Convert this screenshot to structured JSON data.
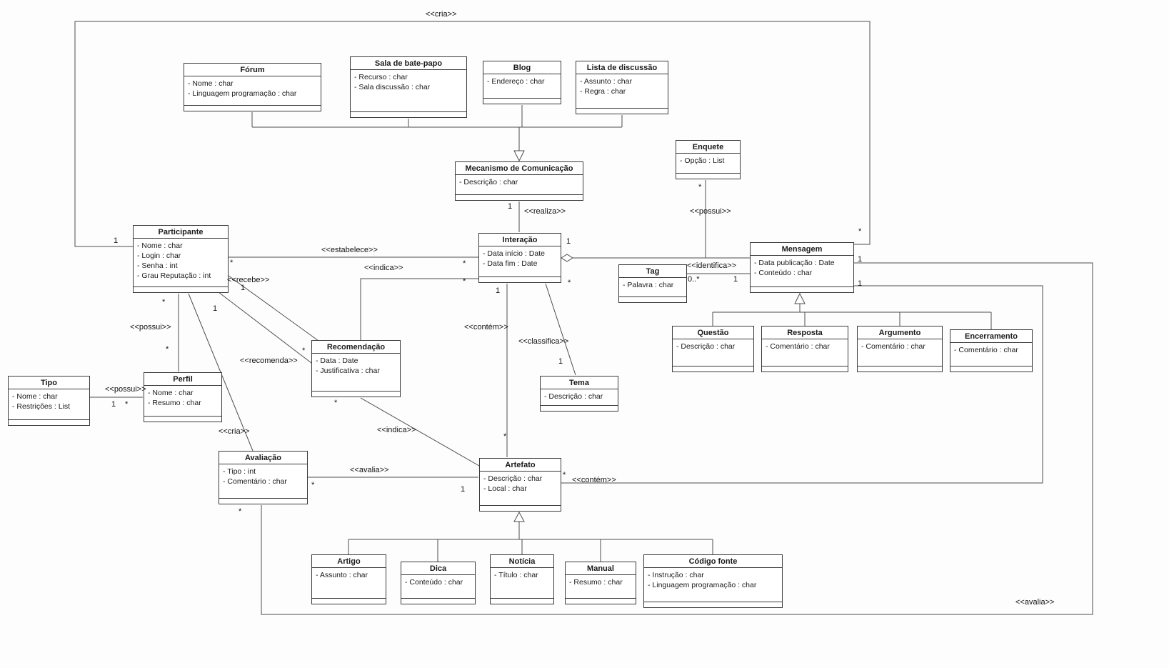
{
  "colors": {
    "line": "#4d4d4d",
    "box_border": "#3a3a3a",
    "text": "#1a1a1a",
    "background": "#fdfdfd"
  },
  "classes": [
    {
      "name": "Fórum",
      "attributes": [
        "- Nome : char",
        "- Linguagem programação : char"
      ]
    },
    {
      "name": "Sala de bate-papo",
      "attributes": [
        "- Recurso : char",
        "- Sala discussão : char"
      ]
    },
    {
      "name": "Blog",
      "attributes": [
        "- Endereço : char"
      ]
    },
    {
      "name": "Lista de discussão",
      "attributes": [
        "- Assunto : char",
        "- Regra : char"
      ]
    },
    {
      "name": "Mecanismo de Comunicação",
      "attributes": [
        "- Descrição : char"
      ]
    },
    {
      "name": "Enquete",
      "attributes": [
        "- Opção : List"
      ]
    },
    {
      "name": "Participante",
      "attributes": [
        "- Nome : char",
        "- Login : char",
        "- Senha : int",
        "- Grau Reputação : int"
      ]
    },
    {
      "name": "Interação",
      "attributes": [
        "- Data início : Date",
        "- Data fim : Date"
      ]
    },
    {
      "name": "Mensagem",
      "attributes": [
        "- Data publicação : Date",
        "- Conteúdo : char"
      ]
    },
    {
      "name": "Tag",
      "attributes": [
        "- Palavra : char"
      ]
    },
    {
      "name": "Questão",
      "attributes": [
        "- Descrição : char"
      ]
    },
    {
      "name": "Resposta",
      "attributes": [
        "- Comentário : char"
      ]
    },
    {
      "name": "Argumento",
      "attributes": [
        "- Comentário : char"
      ]
    },
    {
      "name": "Encerramento",
      "attributes": [
        "- Comentário : char"
      ]
    },
    {
      "name": "Recomendação",
      "attributes": [
        "- Data : Date",
        "- Justificativa : char"
      ]
    },
    {
      "name": "Tema",
      "attributes": [
        "- Descrição : char"
      ]
    },
    {
      "name": "Tipo",
      "attributes": [
        "- Nome : char",
        "- Restrições : List"
      ]
    },
    {
      "name": "Perfil",
      "attributes": [
        "- Nome : char",
        "- Resumo : char"
      ]
    },
    {
      "name": "Avaliação",
      "attributes": [
        "- Tipo : int",
        "- Comentário : char"
      ]
    },
    {
      "name": "Artefato",
      "attributes": [
        "- Descrição : char",
        "- Local : char"
      ]
    },
    {
      "name": "Artigo",
      "attributes": [
        "- Assunto : char"
      ]
    },
    {
      "name": "Dica",
      "attributes": [
        "- Conteúdo : char"
      ]
    },
    {
      "name": "Notícia",
      "attributes": [
        "- Título : char"
      ]
    },
    {
      "name": "Manual",
      "attributes": [
        "- Resumo : char"
      ]
    },
    {
      "name": "Código fonte",
      "attributes": [
        "- Instrução : char",
        "- Linguagem programação : char"
      ]
    }
  ],
  "labels": [
    "<<cria>>",
    "<<realiza>>",
    "<<possui>>",
    "<<estabelece>>",
    "<<indica>>",
    "<<recebe>>",
    "<<identifica>>",
    "<<possui>>",
    "<<contém>>",
    "<<classifica>>",
    "<<recomenda>>",
    "<<possui>>",
    "<<indica>>",
    "<<cria>>",
    "<<avalia>>",
    "<<contém>>",
    "<<avalia>>"
  ],
  "mults": [
    "1",
    "*",
    "1",
    "*",
    "*",
    "*",
    "*",
    "1",
    "*",
    "1",
    "*",
    "*",
    "1",
    "*",
    "0..*",
    "1",
    "1",
    "1",
    "*",
    "*",
    "1",
    "*",
    "*",
    "1",
    "*",
    "1",
    "*",
    "1"
  ]
}
